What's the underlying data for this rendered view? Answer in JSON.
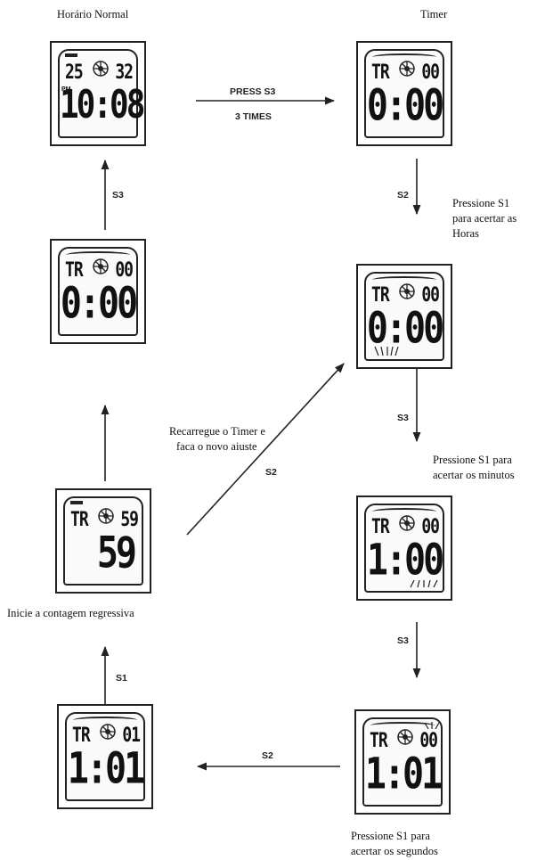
{
  "titles": {
    "normal": "Horário Normal",
    "timer": "Timer"
  },
  "edges": {
    "press_line1": "PRESS S3",
    "press_line2": "3 TIMES",
    "s3_up": "S3",
    "s2_down": "S2",
    "s3_mid": "S3",
    "s3_low": "S3",
    "s2_diag": "S2",
    "s2_bottom": "S2",
    "s1_up": "S1"
  },
  "notes": {
    "hours_1": "Pressione S1",
    "hours_2": "para acertar as",
    "hours_3": "Horas",
    "reload_1": "Recarregue o Timer e",
    "reload_2": "faca o  novo aiuste",
    "minutes_1": "Pressione S1 para",
    "minutes_2": "acertar os  minutos",
    "start": "Inicie a contagem regressiva",
    "seconds_1": "Pressione S1 para",
    "seconds_2": "acertar os segundos"
  },
  "displays": {
    "normal": {
      "left": "25",
      "right": "32",
      "ampm": "PM",
      "main": "10:08"
    },
    "timer_initial": {
      "left": "TR",
      "right": "00",
      "main": "0:00"
    },
    "timer_hours": {
      "left": "TR",
      "right": "00",
      "main": "0:00"
    },
    "timer_reset": {
      "left": "TR",
      "right": "00",
      "main": "0:00"
    },
    "timer_minutes": {
      "left": "TR",
      "right": "00",
      "main": "1:00"
    },
    "countdown": {
      "left": "TR",
      "right": "59",
      "main": "59"
    },
    "timer_seconds": {
      "left": "TR",
      "right": "00",
      "main": "1:01"
    },
    "timer_set": {
      "left": "TR",
      "right": "01",
      "main": "1:01"
    }
  }
}
